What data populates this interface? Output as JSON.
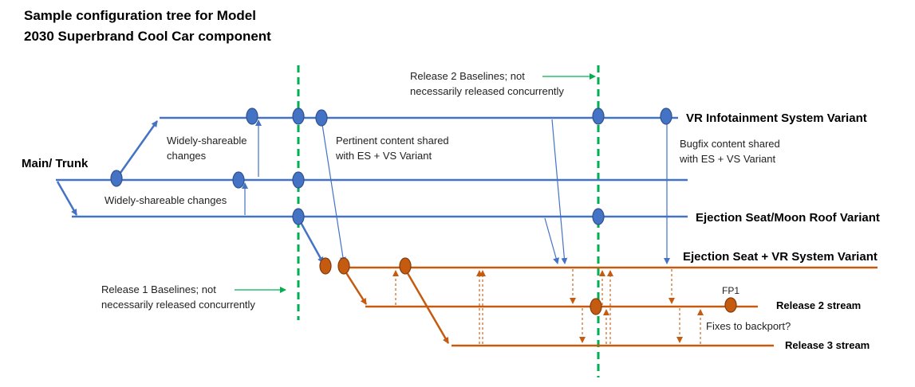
{
  "title": {
    "line1": "Sample configuration tree for Model",
    "line2": "2030 Superbrand Cool Car component"
  },
  "branches": {
    "main": "Main/ Trunk",
    "vr": "VR Infotainment System Variant",
    "ejection": "Ejection Seat/Moon Roof Variant",
    "es_vr": "Ejection Seat + VR System Variant",
    "release2": "Release 2 stream",
    "release3": "Release 3 stream"
  },
  "annotations": {
    "widely_top_1": "Widely-shareable",
    "widely_top_2": "changes",
    "widely_bottom": "Widely-shareable changes",
    "pertinent_1": "Pertinent content shared",
    "pertinent_2": "with ES + VS Variant",
    "bugfix_1": "Bugfix content shared",
    "bugfix_2": "with ES + VS Variant",
    "release1_1": "Release 1 Baselines; not",
    "release1_2": "necessarily released concurrently",
    "release2_1": "Release 2 Baselines; not",
    "release2_2": "necessarily released concurrently",
    "fixes": "Fixes to backport?",
    "fp1": "FP1"
  },
  "colors": {
    "blue": "#4472c4",
    "orange": "#c55a11",
    "green": "#00b050"
  }
}
